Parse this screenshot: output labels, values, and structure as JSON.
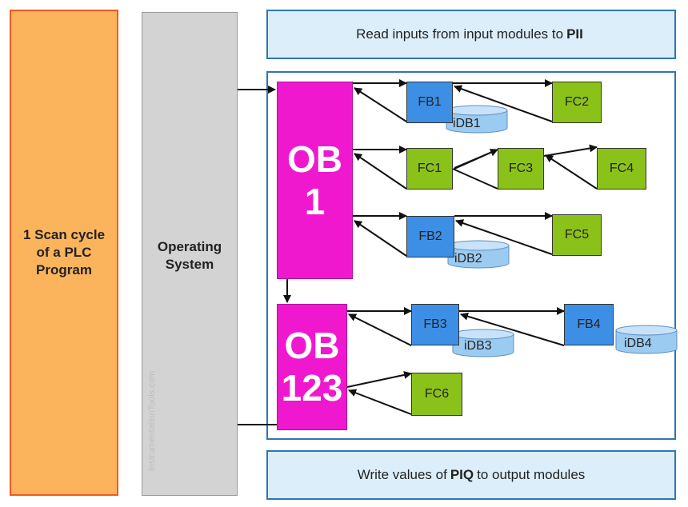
{
  "scan_cycle": {
    "label": "1  Scan cycle of a PLC Program"
  },
  "operating_system": {
    "label": "Operating System",
    "watermark": "InstrumentationTools.com"
  },
  "top_banner": {
    "prefix": "Read inputs from input modules to",
    "bold": "PII",
    "suffix": ""
  },
  "bottom_banner": {
    "prefix": "Write values of",
    "bold": "PIQ",
    "suffix": "to output modules"
  },
  "obs": [
    {
      "line1": "OB",
      "line2": "1"
    },
    {
      "line1": "OB",
      "line2": "123"
    }
  ],
  "blocks": {
    "fb1": "FB1",
    "fb2": "FB2",
    "fb3": "FB3",
    "fb4": "FB4",
    "fc1": "FC1",
    "fc2": "FC2",
    "fc3": "FC3",
    "fc4": "FC4",
    "fc5": "FC5",
    "fc6": "FC6",
    "idb1": "iDB1",
    "idb2": "iDB2",
    "idb3": "iDB3",
    "idb4": "iDB4"
  },
  "colors": {
    "scan_fill": "#fbb45c",
    "os_fill": "#d3d3d3",
    "ob_fill": "#f018cf",
    "fb_fill": "#3d8fe6",
    "fc_fill": "#8bc21a",
    "db_fill": "#9ccbf2",
    "banner_fill": "#dceefa"
  }
}
